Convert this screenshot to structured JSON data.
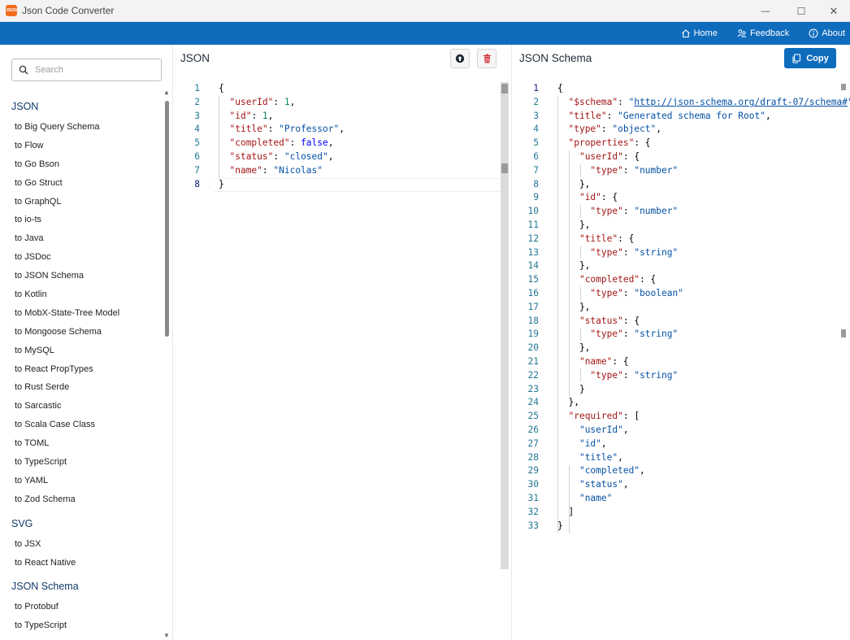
{
  "window": {
    "icon_text": "JSON",
    "title": "Json Code Converter",
    "minimize": "—",
    "maximize": "☐",
    "close": "✕"
  },
  "nav": {
    "home": "Home",
    "feedback": "Feedback",
    "about": "About"
  },
  "sidebar": {
    "search_placeholder": "Search",
    "groups": [
      {
        "header": "JSON",
        "items": [
          "to Big Query Schema",
          "to Flow",
          "to Go Bson",
          "to Go Struct",
          "to GraphQL",
          "to io-ts",
          "to Java",
          "to JSDoc",
          "to JSON Schema",
          "to Kotlin",
          "to MobX-State-Tree Model",
          "to Mongoose Schema",
          "to MySQL",
          "to React PropTypes",
          "to Rust Serde",
          "to Sarcastic",
          "to Scala Case Class",
          "to TOML",
          "to TypeScript",
          "to YAML",
          "to Zod Schema"
        ]
      },
      {
        "header": "SVG",
        "items": [
          "to JSX",
          "to React Native"
        ]
      },
      {
        "header": "JSON Schema",
        "items": [
          "to Protobuf",
          "to TypeScript"
        ]
      }
    ]
  },
  "left_panel": {
    "title": "JSON",
    "active_line": "8",
    "lines": [
      {
        "n": "1",
        "t": [
          [
            "p",
            "{"
          ]
        ]
      },
      {
        "n": "2",
        "t": [
          [
            "p",
            "  "
          ],
          [
            "k",
            "\"userId\""
          ],
          [
            "p",
            ": "
          ],
          [
            "n",
            "1"
          ],
          [
            "p",
            ","
          ]
        ]
      },
      {
        "n": "3",
        "t": [
          [
            "p",
            "  "
          ],
          [
            "k",
            "\"id\""
          ],
          [
            "p",
            ": "
          ],
          [
            "n",
            "1"
          ],
          [
            "p",
            ","
          ]
        ]
      },
      {
        "n": "4",
        "t": [
          [
            "p",
            "  "
          ],
          [
            "k",
            "\"title\""
          ],
          [
            "p",
            ": "
          ],
          [
            "s",
            "\"Professor\""
          ],
          [
            "p",
            ","
          ]
        ]
      },
      {
        "n": "5",
        "t": [
          [
            "p",
            "  "
          ],
          [
            "k",
            "\"completed\""
          ],
          [
            "p",
            ": "
          ],
          [
            "b",
            "false"
          ],
          [
            "p",
            ","
          ]
        ]
      },
      {
        "n": "6",
        "t": [
          [
            "p",
            "  "
          ],
          [
            "k",
            "\"status\""
          ],
          [
            "p",
            ": "
          ],
          [
            "s",
            "\"closed\""
          ],
          [
            "p",
            ","
          ]
        ]
      },
      {
        "n": "7",
        "t": [
          [
            "p",
            "  "
          ],
          [
            "k",
            "\"name\""
          ],
          [
            "p",
            ": "
          ],
          [
            "s",
            "\"Nicolas\""
          ]
        ]
      },
      {
        "n": "8",
        "t": [
          [
            "p",
            "}"
          ]
        ]
      }
    ]
  },
  "right_panel": {
    "title": "JSON Schema",
    "copy_label": "Copy",
    "active_line": "1",
    "lines": [
      {
        "n": "1",
        "t": [
          [
            "p",
            "{"
          ]
        ]
      },
      {
        "n": "2",
        "t": [
          [
            "p",
            "  "
          ],
          [
            "k",
            "\"$schema\""
          ],
          [
            "p",
            ": "
          ],
          [
            "s",
            "\""
          ],
          [
            "link",
            "http://json-schema.org/draft-07/schema#"
          ],
          [
            "s",
            "\""
          ],
          [
            "p",
            ","
          ]
        ]
      },
      {
        "n": "3",
        "t": [
          [
            "p",
            "  "
          ],
          [
            "k",
            "\"title\""
          ],
          [
            "p",
            ": "
          ],
          [
            "s",
            "\"Generated schema for Root\""
          ],
          [
            "p",
            ","
          ]
        ]
      },
      {
        "n": "4",
        "t": [
          [
            "p",
            "  "
          ],
          [
            "k",
            "\"type\""
          ],
          [
            "p",
            ": "
          ],
          [
            "s",
            "\"object\""
          ],
          [
            "p",
            ","
          ]
        ]
      },
      {
        "n": "5",
        "t": [
          [
            "p",
            "  "
          ],
          [
            "k",
            "\"properties\""
          ],
          [
            "p",
            ": {"
          ]
        ]
      },
      {
        "n": "6",
        "t": [
          [
            "p",
            "    "
          ],
          [
            "k",
            "\"userId\""
          ],
          [
            "p",
            ": {"
          ]
        ]
      },
      {
        "n": "7",
        "t": [
          [
            "p",
            "      "
          ],
          [
            "k",
            "\"type\""
          ],
          [
            "p",
            ": "
          ],
          [
            "s",
            "\"number\""
          ]
        ]
      },
      {
        "n": "8",
        "t": [
          [
            "p",
            "    },"
          ]
        ]
      },
      {
        "n": "9",
        "t": [
          [
            "p",
            "    "
          ],
          [
            "k",
            "\"id\""
          ],
          [
            "p",
            ": {"
          ]
        ]
      },
      {
        "n": "10",
        "t": [
          [
            "p",
            "      "
          ],
          [
            "k",
            "\"type\""
          ],
          [
            "p",
            ": "
          ],
          [
            "s",
            "\"number\""
          ]
        ]
      },
      {
        "n": "11",
        "t": [
          [
            "p",
            "    },"
          ]
        ]
      },
      {
        "n": "12",
        "t": [
          [
            "p",
            "    "
          ],
          [
            "k",
            "\"title\""
          ],
          [
            "p",
            ": {"
          ]
        ]
      },
      {
        "n": "13",
        "t": [
          [
            "p",
            "      "
          ],
          [
            "k",
            "\"type\""
          ],
          [
            "p",
            ": "
          ],
          [
            "s",
            "\"string\""
          ]
        ]
      },
      {
        "n": "14",
        "t": [
          [
            "p",
            "    },"
          ]
        ]
      },
      {
        "n": "15",
        "t": [
          [
            "p",
            "    "
          ],
          [
            "k",
            "\"completed\""
          ],
          [
            "p",
            ": {"
          ]
        ]
      },
      {
        "n": "16",
        "t": [
          [
            "p",
            "      "
          ],
          [
            "k",
            "\"type\""
          ],
          [
            "p",
            ": "
          ],
          [
            "s",
            "\"boolean\""
          ]
        ]
      },
      {
        "n": "17",
        "t": [
          [
            "p",
            "    },"
          ]
        ]
      },
      {
        "n": "18",
        "t": [
          [
            "p",
            "    "
          ],
          [
            "k",
            "\"status\""
          ],
          [
            "p",
            ": {"
          ]
        ]
      },
      {
        "n": "19",
        "t": [
          [
            "p",
            "      "
          ],
          [
            "k",
            "\"type\""
          ],
          [
            "p",
            ": "
          ],
          [
            "s",
            "\"string\""
          ]
        ]
      },
      {
        "n": "20",
        "t": [
          [
            "p",
            "    },"
          ]
        ]
      },
      {
        "n": "21",
        "t": [
          [
            "p",
            "    "
          ],
          [
            "k",
            "\"name\""
          ],
          [
            "p",
            ": {"
          ]
        ]
      },
      {
        "n": "22",
        "t": [
          [
            "p",
            "      "
          ],
          [
            "k",
            "\"type\""
          ],
          [
            "p",
            ": "
          ],
          [
            "s",
            "\"string\""
          ]
        ]
      },
      {
        "n": "23",
        "t": [
          [
            "p",
            "    }"
          ]
        ]
      },
      {
        "n": "24",
        "t": [
          [
            "p",
            "  },"
          ]
        ]
      },
      {
        "n": "25",
        "t": [
          [
            "p",
            "  "
          ],
          [
            "k",
            "\"required\""
          ],
          [
            "p",
            ": ["
          ]
        ]
      },
      {
        "n": "26",
        "t": [
          [
            "p",
            "    "
          ],
          [
            "s",
            "\"userId\""
          ],
          [
            "p",
            ","
          ]
        ]
      },
      {
        "n": "27",
        "t": [
          [
            "p",
            "    "
          ],
          [
            "s",
            "\"id\""
          ],
          [
            "p",
            ","
          ]
        ]
      },
      {
        "n": "28",
        "t": [
          [
            "p",
            "    "
          ],
          [
            "s",
            "\"title\""
          ],
          [
            "p",
            ","
          ]
        ]
      },
      {
        "n": "29",
        "t": [
          [
            "p",
            "    "
          ],
          [
            "s",
            "\"completed\""
          ],
          [
            "p",
            ","
          ]
        ]
      },
      {
        "n": "30",
        "t": [
          [
            "p",
            "    "
          ],
          [
            "s",
            "\"status\""
          ],
          [
            "p",
            ","
          ]
        ]
      },
      {
        "n": "31",
        "t": [
          [
            "p",
            "    "
          ],
          [
            "s",
            "\"name\""
          ]
        ]
      },
      {
        "n": "32",
        "t": [
          [
            "p",
            "  ]"
          ]
        ]
      },
      {
        "n": "33",
        "t": [
          [
            "p",
            "}"
          ]
        ]
      }
    ]
  },
  "colors": {
    "accent": "#0f6cbd",
    "json_key": "#a31515",
    "json_string": "#0451a5",
    "json_number": "#098658",
    "json_bool": "#0000ff",
    "line_number": "#237893",
    "delete_icon": "#d13438"
  },
  "icons": {
    "home": "home-icon",
    "feedback": "people-icon",
    "about": "info-icon",
    "search": "search-icon",
    "upload": "upload-icon",
    "delete": "trash-icon",
    "copy": "copy-icon"
  }
}
